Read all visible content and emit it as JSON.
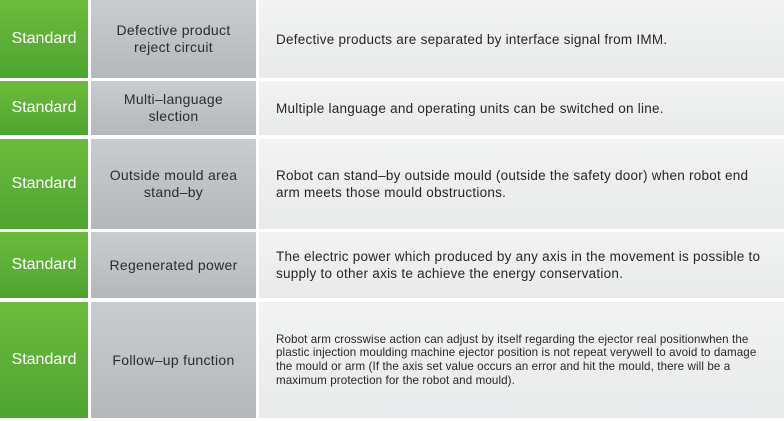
{
  "rows": [
    {
      "tag": "Standard",
      "feature": "Defective product reject circuit",
      "description": "Defective products are separated by interface signal from IMM."
    },
    {
      "tag": "Standard",
      "feature": "Multi–language slection",
      "description": "Multiple language and operating units can be switched on line."
    },
    {
      "tag": "Standard",
      "feature": "Outside mould area stand–by",
      "description": "Robot can stand–by outside mould (outside the safety door) when robot end arm meets those mould obstructions."
    },
    {
      "tag": "Standard",
      "feature": "Regenerated power",
      "description": "The electric power which produced by any axis in the movement is possible to supply to other axis te achieve the energy conservation."
    },
    {
      "tag": "Standard",
      "feature": "Follow–up function",
      "description": "Robot arm crosswise action can adjust by itself regarding the ejector real positionwhen the plastic injection moulding machine ejector position is not repeat verywell to avoid to damage the mould or arm (If the axis set value occurs an error and hit the mould, there will be a maximum protection for the robot and mould)."
    }
  ],
  "colors": {
    "standard_green": "#5cae35",
    "feature_gray": "#bec2c5",
    "description_bg": "#eeeff0"
  }
}
